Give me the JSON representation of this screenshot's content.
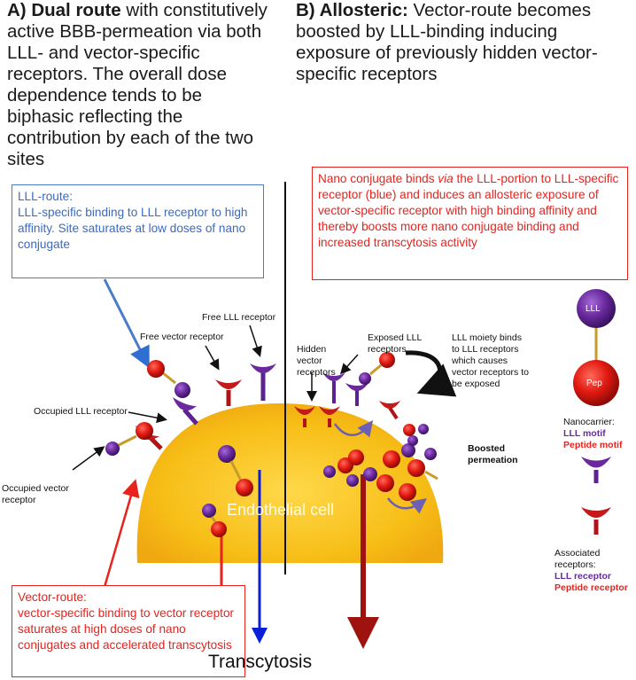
{
  "panel_a": {
    "title_bold": "A) Dual route",
    "title_rest": " with constitutively active BBB-permeation via both LLL- and vector-specific receptors. The overall dose dependence tends to be biphasic reflecting the contribution by each of the two sites"
  },
  "panel_b": {
    "title_bold": "B) Allosteric:",
    "title_rest": " Vector-route becomes boosted by LLL-binding inducing exposure of previously hidden vector-specific receptors"
  },
  "lll_route_box": {
    "heading": "LLL-route:",
    "text": "LLL-specific binding to LLL receptor to high affinity. Site saturates at low doses of nano conjugate"
  },
  "allosteric_box": {
    "text_pre": "Nano conjugate binds ",
    "text_em": "via",
    "text_post": " the LLL-portion to LLL-specific receptor (blue) and induces an allosteric exposure of vector-specific receptor with high binding affinity and thereby boosts more nano conjugate binding and increased transcytosis activity"
  },
  "vector_route_box": {
    "heading": "Vector-route:",
    "text": "vector-specific binding to vector receptor saturates at high doses of nano conjugates and accelerated transcytosis"
  },
  "labels": {
    "free_lll": "Free LLL receptor",
    "free_vector": "Free vector receptor",
    "occupied_lll": "Occupied LLL receptor",
    "occupied_vector": "Occupied vector receptor",
    "hidden_vector": "Hidden vector receptors",
    "exposed_lll": "Exposed LLL receptors",
    "lll_moiety": "LLL moiety binds to LLL receptors which causes vector receptors to be exposed",
    "boosted": "Boosted permeation",
    "endothelial": "Endothelial cell",
    "transcytosis": "Transcytosis"
  },
  "legend": {
    "lll_ball": "LLL",
    "pep_ball": "Pep",
    "nanocarrier": "Nanocarrier:",
    "lll_motif": "LLL motif",
    "peptide_motif": "Peptide motif",
    "associated": "Associated receptors:",
    "lll_receptor": "LLL receptor",
    "peptide_receptor": "Peptide receptor"
  },
  "colors": {
    "lll_purple": "#6a2a9e",
    "peptide_red": "#e8221d",
    "cell_yellow": "#f6bd1a",
    "blue": "#3a6bc0"
  }
}
